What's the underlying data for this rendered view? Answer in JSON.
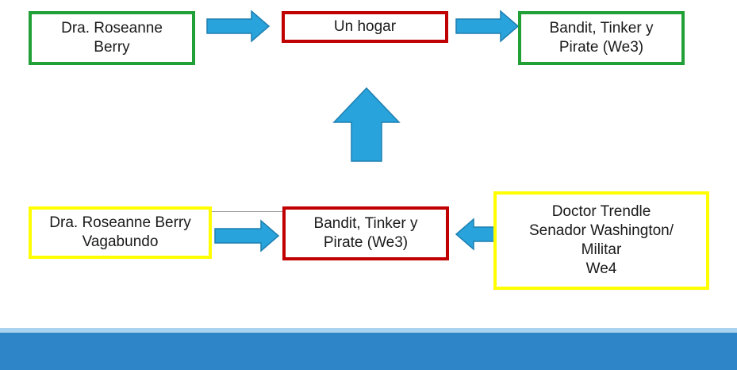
{
  "colors": {
    "accent": "#2e86c8",
    "arrow": "#29a3db",
    "green_border": "#21a038",
    "red_border": "#c00000",
    "yellow_border": "#ffff00"
  },
  "top_row": {
    "box1": "Dra. Roseanne\nBerry",
    "box2": "Un hogar",
    "box3": "Bandit, Tinker y\nPirate (We3)"
  },
  "bottom_row": {
    "box1": "Dra. Roseanne Berry\nVagabundo",
    "box2": "Bandit, Tinker y\nPirate (We3)",
    "box3": "Doctor Trendle\nSenador Washington/\nMilitar\nWe4"
  }
}
